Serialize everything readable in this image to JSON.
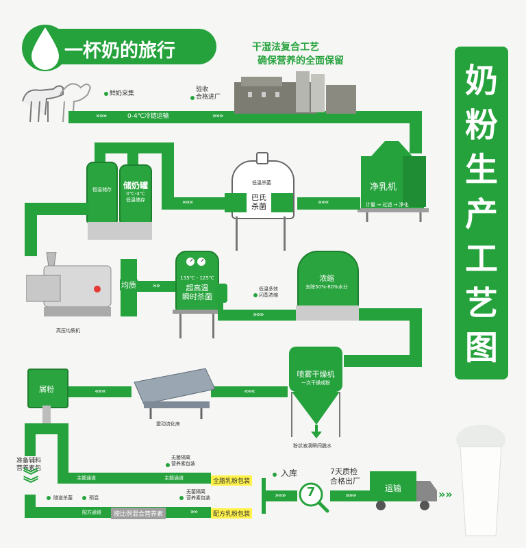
{
  "header": {
    "title": "一杯奶的旅行",
    "subtitle_line1": "干湿法复合工艺",
    "subtitle_line2": "确保营养的全面保留"
  },
  "side_title": [
    "奶",
    "粉",
    "生",
    "产",
    "工",
    "艺",
    "图"
  ],
  "row1": {
    "fresh_milk": "鲜奶采集",
    "inspection": "验收\n合格进厂",
    "cold_chain": "0-4℃冷链运输"
  },
  "row2": {
    "clarifier": "净乳机",
    "clarifier_sub": "计量 → 过滤 → 净化",
    "pasteurizer_top": "低温杀菌",
    "pasteurizer_main": "巴氏\n杀菌",
    "tank_a_sub": "恒温储存",
    "tank_b_title": "储奶罐",
    "tank_b_sub": "0℃-4℃\n低温储存"
  },
  "row3": {
    "homogenizer_label": "高压均质机",
    "homogenize": "均质",
    "uht_temp": "135℃ - 125℃",
    "uht_main": "超高温\n瞬时杀菌",
    "lowtemp_note": "低温多效\n闪蒸浓缩",
    "concentrate": "浓缩",
    "concentrate_sub": "去除50%-80%水分"
  },
  "row4": {
    "powder": "屑粉",
    "fluid_bed": "震动流化床",
    "spray_dryer": "喷雾干燥机",
    "spray_dryer_sub": "一次干燥成粉",
    "dryer_note": "粉状液滴瞬间脱水"
  },
  "row5": {
    "aux_prep": "准备辅料\n营养素包",
    "main_channel_1": "主题通道",
    "main_channel_2": "主题通道",
    "sterile_note": "无菌隔离\n营养素包装",
    "whole_milk_pack": "全脂乳粉包装",
    "storage": "入库",
    "seven_days": "7天质检\n合格出厂",
    "seven_num": "7",
    "transport": "运输"
  },
  "row6": {
    "sterile_1": "隧道杀菌",
    "sterile_2": "预混",
    "formula_channel": "配方通道",
    "ratio_btn": "按比例混合营养素",
    "sterile_note2": "无菌隔离\n营养素包装",
    "formula_pack": "配方乳粉包装"
  },
  "colors": {
    "green": "#26a23d",
    "dark_green": "#1d7f2e",
    "highlight": "#fff24a",
    "bg": "#f6f7f5"
  }
}
